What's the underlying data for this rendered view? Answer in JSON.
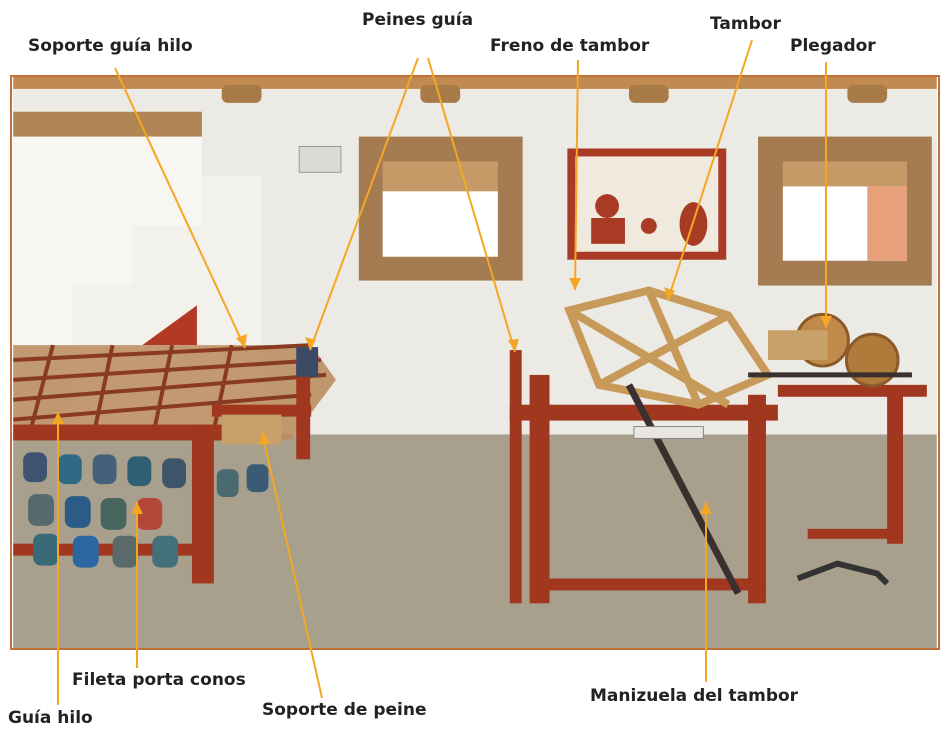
{
  "labels": {
    "soporte_guia_hilo": "Soporte guía hilo",
    "peines_guia": "Peines guía",
    "freno_de_tambor": "Freno de tambor",
    "tambor": "Tambor",
    "plegador": "Plegador",
    "fileta_porta_conos": "Fileta porta conos",
    "guia_hilo": "Guía hilo",
    "soporte_de_peine": "Soporte de peine",
    "manizuela_del_tambor": "Manizuela del tambor"
  },
  "colors": {
    "leader": "#f5a623",
    "frame": "#a0371e",
    "wall": "#eceae4",
    "floor": "#a89f8c",
    "wood": "#c89a5a"
  }
}
